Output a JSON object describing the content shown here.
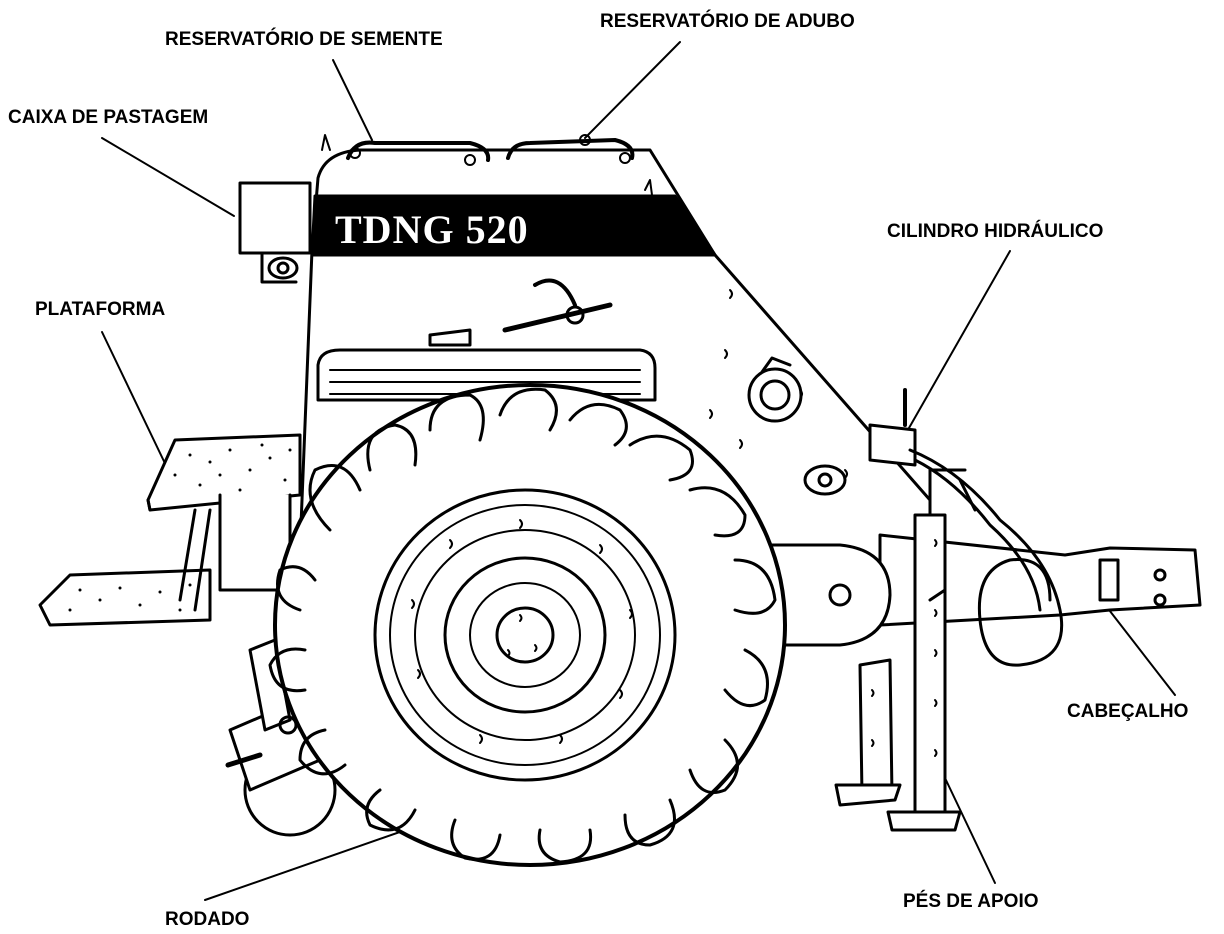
{
  "machine": {
    "model_label": "TDNG  520"
  },
  "labels": {
    "seed_hopper": "RESERVATÓRIO DE SEMENTE",
    "fertilizer_hopper": "RESERVATÓRIO DE ADUBO",
    "pasture_box": "CAIXA DE PASTAGEM",
    "platform": "PLATAFORMA",
    "hydraulic_cylinder": "CILINDRO HIDRÁULICO",
    "drawbar": "CABEÇALHO",
    "support_feet": "PÉS DE APOIO",
    "wheel": "RODADO"
  },
  "colors": {
    "ink": "#000000",
    "paper": "#ffffff"
  }
}
